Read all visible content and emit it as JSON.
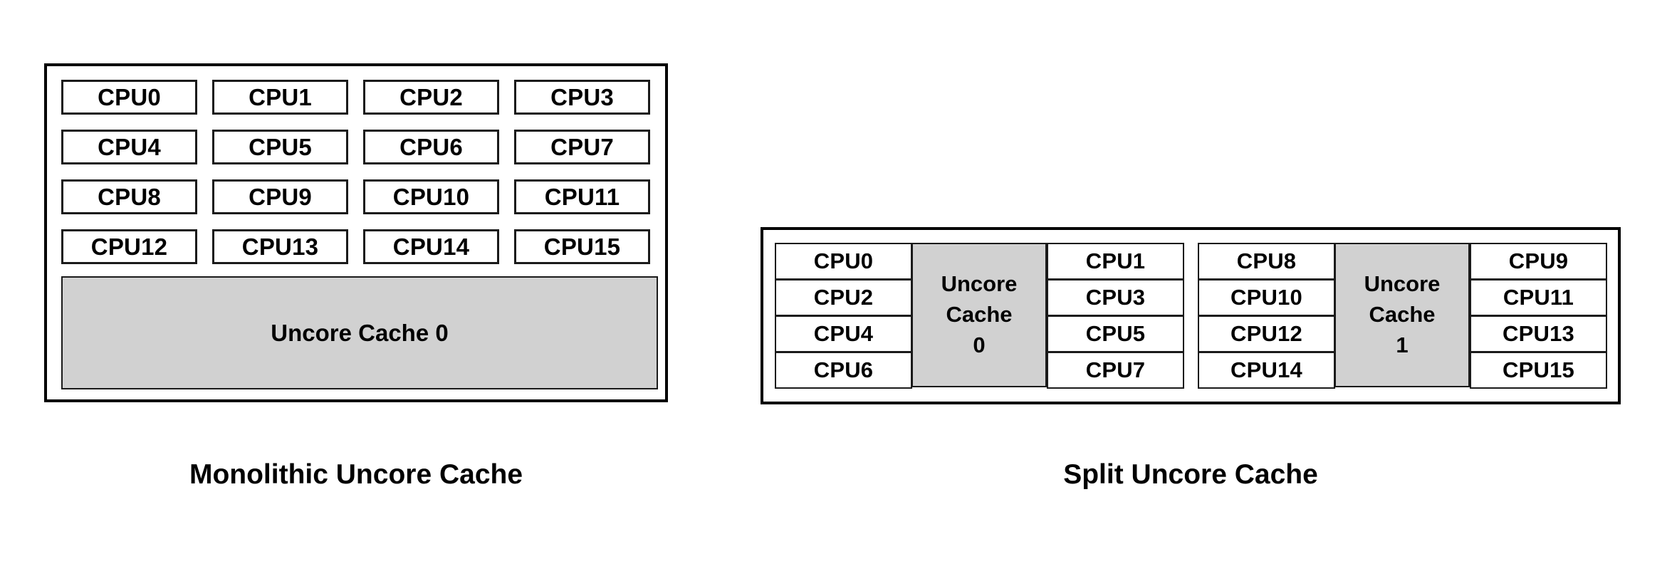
{
  "figures": [
    {
      "id": "monolithic",
      "caption": "Monolithic Uncore Cache",
      "layout": "grid-4x4-with-shared-cache",
      "cpu_rows": [
        [
          "CPU0",
          "CPU1",
          "CPU2",
          "CPU3"
        ],
        [
          "CPU4",
          "CPU5",
          "CPU6",
          "CPU7"
        ],
        [
          "CPU8",
          "CPU9",
          "CPU10",
          "CPU11"
        ],
        [
          "CPU12",
          "CPU13",
          "CPU14",
          "CPU15"
        ]
      ],
      "caches": [
        {
          "label": "Uncore Cache 0",
          "lines": [
            "Uncore Cache 0"
          ]
        }
      ]
    },
    {
      "id": "split",
      "caption": "Split Uncore Cache",
      "layout": "two-clusters-each-with-own-cache",
      "clusters": [
        {
          "name": "cluster-0",
          "left_column": [
            "CPU0",
            "CPU2",
            "CPU4",
            "CPU6"
          ],
          "cache": {
            "label": "Uncore Cache 0",
            "lines": [
              "Uncore",
              "Cache",
              "0"
            ]
          },
          "right_column": [
            "CPU1",
            "CPU3",
            "CPU5",
            "CPU7"
          ]
        },
        {
          "name": "cluster-1",
          "left_column": [
            "CPU8",
            "CPU10",
            "CPU12",
            "CPU14"
          ],
          "cache": {
            "label": "Uncore Cache 1",
            "lines": [
              "Uncore",
              "Cache",
              "1"
            ]
          },
          "right_column": [
            "CPU9",
            "CPU11",
            "CPU13",
            "CPU15"
          ]
        }
      ]
    }
  ],
  "colors": {
    "background": "#ffffff",
    "stroke": "#000000",
    "box_stroke": "#1a1a1a",
    "cache_fill": "#d1d1d1",
    "text": "#000000"
  }
}
